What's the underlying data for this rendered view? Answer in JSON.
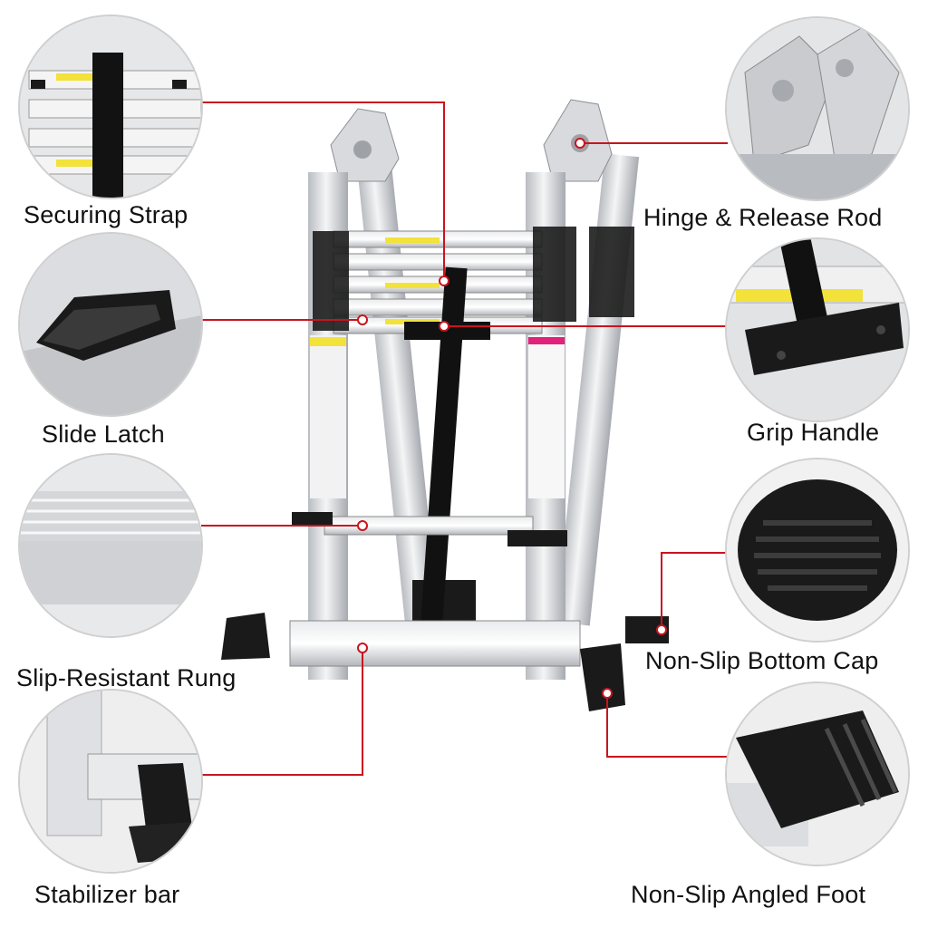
{
  "callouts": {
    "securing_strap": "Securing Strap",
    "hinge_release_rod": "Hinge & Release Rod",
    "slide_latch": "Slide Latch",
    "grip_handle": "Grip Handle",
    "slip_resistant_rung": "Slip-Resistant Rung",
    "non_slip_bottom_cap": "Non-Slip Bottom Cap",
    "stabilizer_bar": "Stabilizer bar",
    "non_slip_angled_foot": "Non-Slip Angled Foot"
  },
  "colors": {
    "leader_line": "#c8141e",
    "aluminum": "#c9ccd0",
    "rubber": "#1a1a1a",
    "warning_sticker": "#f2e23a"
  }
}
